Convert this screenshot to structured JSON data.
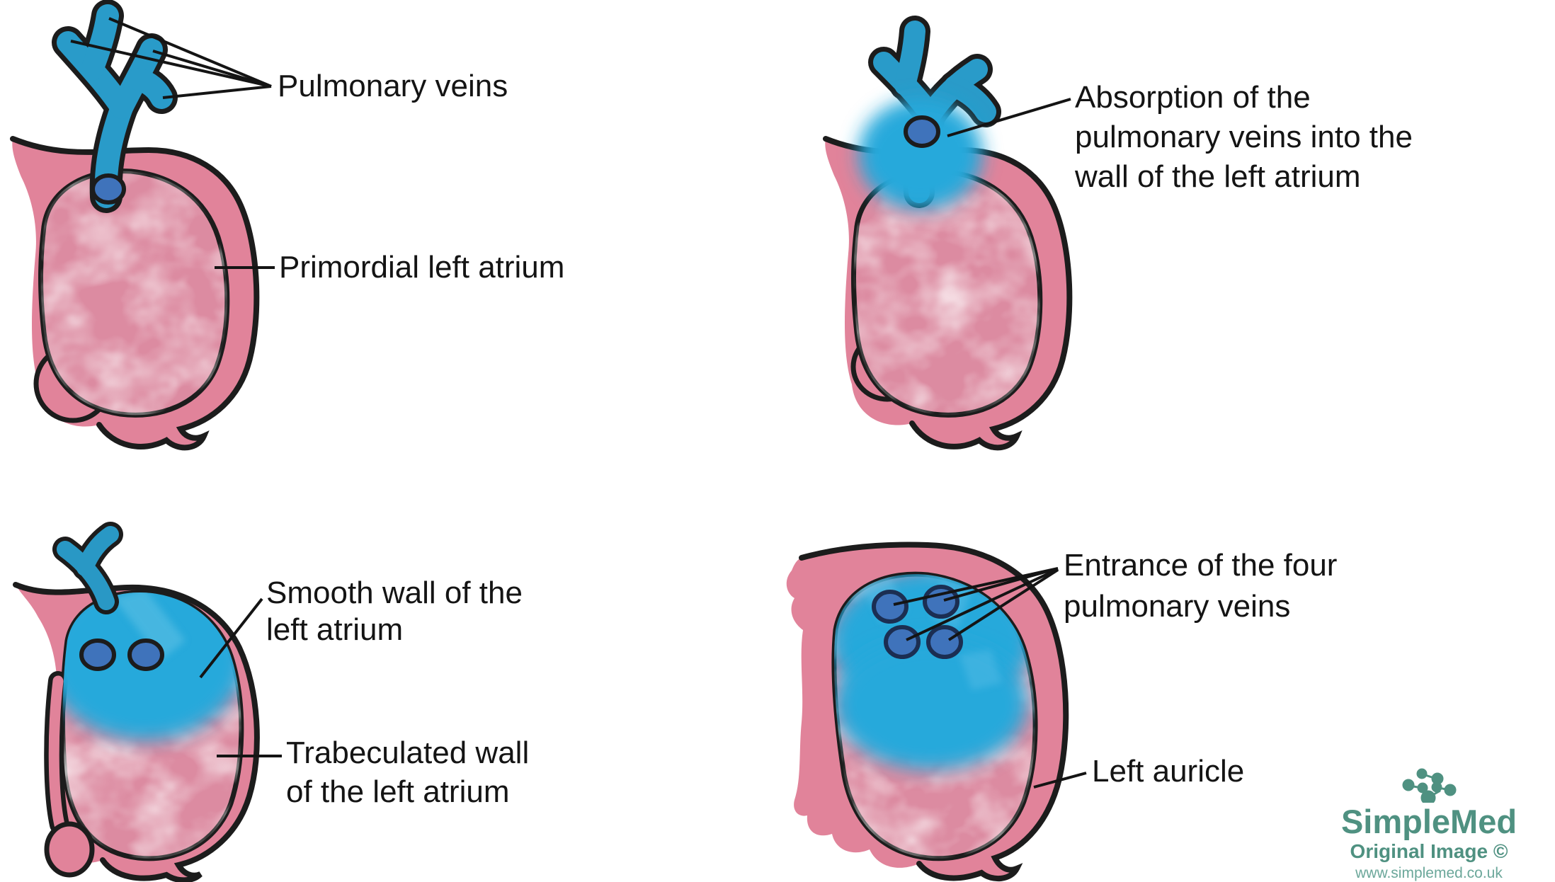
{
  "colors": {
    "background": "#ffffff",
    "atrium_wall_pink": "#e1839a",
    "trabeculated_pink": "#dc8ba1",
    "vein_blue": "#2ba6d8",
    "smooth_wall_blue": "#27a9db",
    "vein_opening_blue": "#3f73bb",
    "outline_black": "#1c1c1c",
    "label_text": "#141414",
    "logo_teal": "#4f9181"
  },
  "panels": {
    "top_left": {
      "pulmonary_veins": "Pulmonary veins",
      "primordial": "Primordial left atrium"
    },
    "top_right": {
      "absorption": [
        "Absorption of the",
        "pulmonary veins into the",
        "wall of the left atrium"
      ]
    },
    "bottom_left": {
      "smooth": [
        "Smooth wall of the",
        "left atrium"
      ],
      "trabeculated": [
        "Trabeculated wall",
        "of the left atrium"
      ]
    },
    "bottom_right": {
      "entrance": [
        "Entrance of the four",
        "pulmonary veins"
      ],
      "left_auricle": "Left auricle"
    }
  },
  "watermark": {
    "brand": "SimpleMed",
    "note": "Original Image ©",
    "url": "www.simplemed.co.uk"
  }
}
